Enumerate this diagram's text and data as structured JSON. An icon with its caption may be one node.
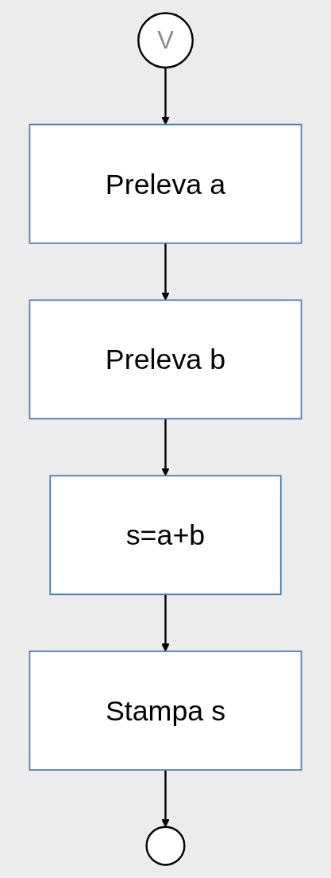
{
  "diagram": {
    "nodes": [
      {
        "text": [
          "V"
        ]
      },
      {
        "text": [
          "Preleva a"
        ]
      },
      {
        "text": [
          "Preleva b"
        ]
      },
      {
        "text": [
          "s=a+b"
        ]
      },
      {
        "text": [
          "Stampa s"
        ]
      },
      {
        "text": [],
        "shape": "circle"
      }
    ],
    "edges": [
      {
        "from": 0,
        "to": 1,
        "arrow": "to"
      },
      {
        "from": 1,
        "to": 2,
        "arrow": "to"
      },
      {
        "from": 2,
        "to": 3,
        "arrow": "to"
      },
      {
        "from": 3,
        "to": 4,
        "arrow": "to"
      },
      {
        "from": 4,
        "to": 5,
        "arrow": "to"
      }
    ]
  }
}
